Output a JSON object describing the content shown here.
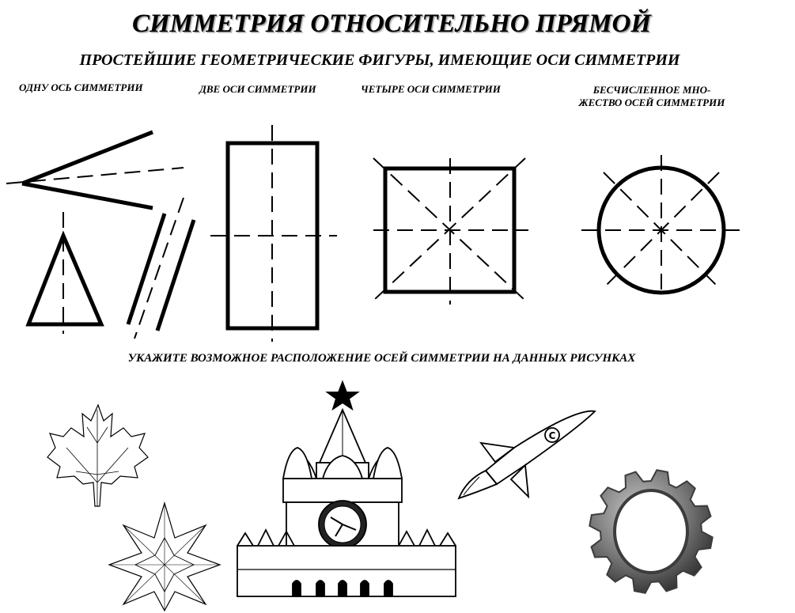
{
  "title": "СИММЕТРИЯ  ОТНОСИТЕЛЬНО ПРЯМОЙ",
  "subtitle": "ПРОСТЕЙШИЕ ГЕОМЕТРИЧЕСКИЕ ФИГУРЫ, ИМЕЮЩИЕ ОСИ СИММЕТРИИ",
  "captions": {
    "one_axis": "ОДНУ ОСЬ СИММЕТРИИ",
    "two_axes": "ДВЕ ОСИ СИММЕТРИИ",
    "four_axes": "ЧЕТЫРЕ ОСИ СИММЕТРИИ",
    "infinite_line1": "БЕСЧИСЛЕННОЕ МНО-",
    "infinite_line2": "ЖЕСТВО ОСЕЙ СИММЕТРИИ"
  },
  "task": "УКАЖИТЕ ВОЗМОЖНОЕ РАСПОЛОЖЕНИЕ ОСЕЙ СИММЕТРИИ НА ДАННЫХ РИСУНКАХ",
  "rocket_mark": "C",
  "colors": {
    "ink": "#000000",
    "gear": "#7a7a7a",
    "gear_dark": "#3c3c3c",
    "clock_face": "#222222"
  }
}
